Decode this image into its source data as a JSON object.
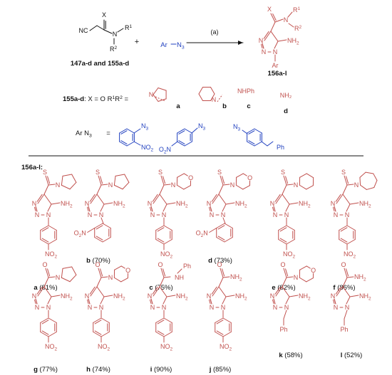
{
  "colors": {
    "product": "#c0504d",
    "aryl_azide": "#1f3fbf",
    "ink": "#111111"
  },
  "scheme": {
    "reactant_labels": {
      "x": "X",
      "r1": "R",
      "r1_sup": "1",
      "r2": "R",
      "r2_sup": "2",
      "nc": "NC",
      "n": "N"
    },
    "reactant_caption": "147a-d and 155a-d",
    "plus": "+",
    "azide_ar": "Ar",
    "azide_n3": "N",
    "azide_n3_sub": "3",
    "condition": "(a)",
    "product": {
      "x": "X",
      "r1": "R",
      "r1_sup": "1",
      "r2": "R",
      "r2_sup": "2",
      "n": "N",
      "nh2": "NH",
      "nh2_sub": "2",
      "ar": "Ar",
      "label": "156a-l"
    },
    "definition_prefix": "155a-d",
    "definition_text": ": X = O  R",
    "definition_sup1": "1",
    "definition_r2": "R",
    "definition_sup2": "2",
    "definition_eq": " =",
    "amine_options": [
      {
        "letter": "a",
        "text": ""
      },
      {
        "letter": "b",
        "text": ""
      },
      {
        "letter": "c",
        "text": "NHPh"
      },
      {
        "letter": "d",
        "text": "NH₂"
      }
    ],
    "arn3_label": "Ar N",
    "arn3_sub": "3",
    "arn3_eq": "=",
    "aryl_labels": {
      "n3": "N",
      "n3_sub": "3",
      "no2": "NO",
      "no2_sub": "2",
      "o2n": "O",
      "o2n_sub": "2",
      "o2n_n": "N",
      "ph": "Ph"
    }
  },
  "products_header": "156a-l:",
  "products": [
    {
      "letter": "a",
      "yield": "(81%)",
      "amide": "S",
      "amine": "pyrrolidine",
      "aryl": "p-NO2"
    },
    {
      "letter": "b",
      "yield": "(70%)",
      "amide": "S",
      "amine": "pyrrolidine",
      "aryl": "o-NO2"
    },
    {
      "letter": "c",
      "yield": "(75%)",
      "amide": "S",
      "amine": "morpholine",
      "aryl": "p-NO2"
    },
    {
      "letter": "d",
      "yield": "(73%)",
      "amide": "S",
      "amine": "morpholine",
      "aryl": "o-NO2"
    },
    {
      "letter": "e",
      "yield": "(82%)",
      "amide": "S",
      "amine": "piperidine",
      "aryl": "p-NO2"
    },
    {
      "letter": "f",
      "yield": "(86%)",
      "amide": "S",
      "amine": "azepane",
      "aryl": "p-NO2"
    },
    {
      "letter": "g",
      "yield": "(77%)",
      "amide": "O",
      "amine": "pyrrolidine",
      "aryl": "p-NO2"
    },
    {
      "letter": "h",
      "yield": "(74%)",
      "amide": "O",
      "amine": "morpholine",
      "aryl": "p-NO2"
    },
    {
      "letter": "i",
      "yield": "(90%)",
      "amide": "O",
      "amine": "NHPh",
      "aryl": "p-NO2"
    },
    {
      "letter": "j",
      "yield": "(85%)",
      "amide": "O",
      "amine": "NH2",
      "aryl": "p-NO2"
    },
    {
      "letter": "k",
      "yield": "(58%)",
      "amide": "O",
      "amine": "morpholine",
      "aryl": "benzyl"
    },
    {
      "letter": "l",
      "yield": "(52%)",
      "amide": "O",
      "amine": "NH2",
      "aryl": "benzyl"
    }
  ],
  "product_atom_labels": {
    "nh2": "NH",
    "nh2_sub": "2",
    "n": "N",
    "o": "O",
    "nh": "NH",
    "ph": "Ph",
    "no2": "NO",
    "no2_sub": "2",
    "o2n": "O",
    "o2n_sub": "2",
    "o2n_n": "N"
  }
}
